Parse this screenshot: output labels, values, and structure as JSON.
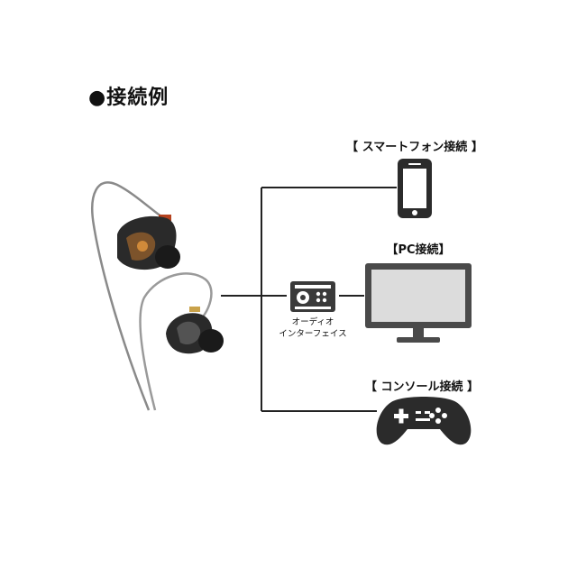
{
  "heading": "●接続例",
  "devices": {
    "smartphone": "【 スマートフォン接続 】",
    "pc": "【PC接続】",
    "console": "【 コンソール接続 】"
  },
  "interface": {
    "line1": "オーディオ",
    "line2": "インターフェイス"
  }
}
